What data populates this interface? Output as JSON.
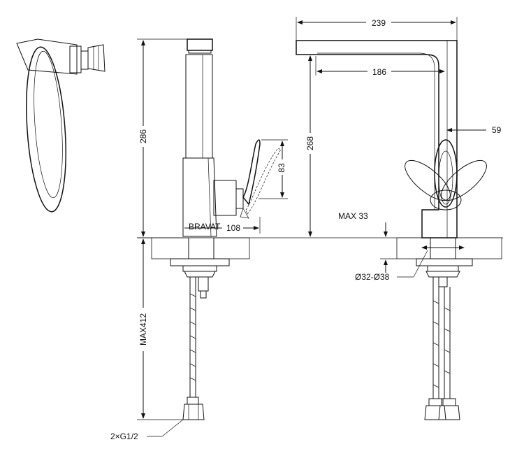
{
  "dimensions": {
    "height_side": "286",
    "spout_overall": "239",
    "spout_reach": "186",
    "aerator_offset": "59",
    "height_spout": "268",
    "lever_travel": "83",
    "lever_length": "108",
    "max_deck": "MAX 33",
    "hole_diameter": "Ø32-Ø38",
    "max_hose": "MAX412",
    "connection": "2×G1/2"
  },
  "brand_mark": "BRAVAT"
}
